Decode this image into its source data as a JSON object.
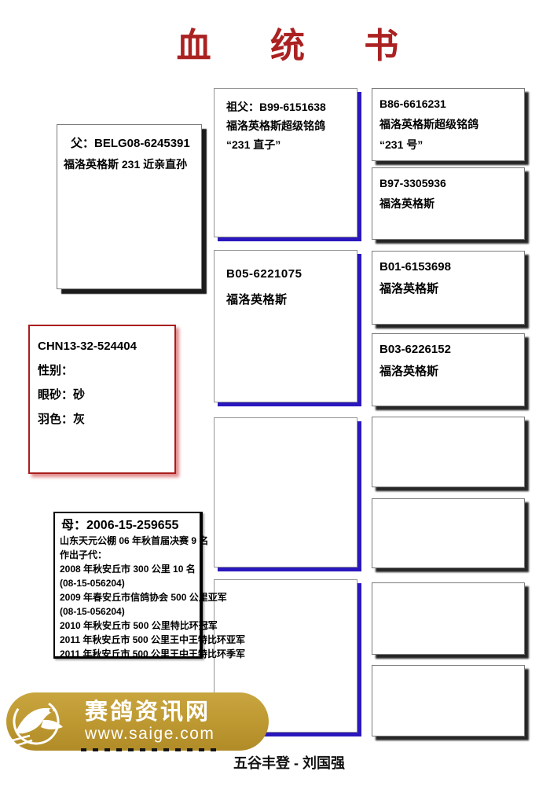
{
  "title": "血 统 书",
  "father": {
    "line1": "父：BELG08-6245391",
    "line2": "福洛英格斯 231 近亲直孙"
  },
  "subject": {
    "ring": "CHN13-32-524404",
    "sex": "性别：",
    "eye": "眼砂：砂",
    "feather": "羽色：灰"
  },
  "mother": {
    "line1": "母：2006-15-259655",
    "achievements": [
      "山东天元公棚 06 年秋首届决赛 9 名",
      "作出子代：",
      "2008 年秋安丘市 300 公里 10 名",
      "(08-15-056204)",
      "2009 年春安丘市信鸽协会 500 公里亚军",
      "(08-15-056204)",
      "2010 年秋安丘市 500 公里特比环冠军",
      "2011 年秋安丘市 500 公里王中王特比环亚军",
      "2011 年秋安丘市 500 公里王中王特比环季军"
    ]
  },
  "grandparents": [
    {
      "line1": "祖父：B99-6151638",
      "line2": "福洛英格斯超级铭鸽",
      "line3": "“231 直子”"
    },
    {
      "line1": "B05-6221075",
      "line2": "福洛英格斯"
    },
    {},
    {}
  ],
  "great_grandparents": [
    {
      "line1": "B86-6616231",
      "line2": "福洛英格斯超级铭鸽",
      "line3": "“231 号”"
    },
    {
      "line1": "B97-3305936",
      "line2": "福洛英格斯"
    },
    {
      "line1": "B01-6153698",
      "line2": "福洛英格斯"
    },
    {
      "line1": "B03-6226152",
      "line2": "福洛英格斯"
    },
    {},
    {},
    {},
    {}
  ],
  "watermark": {
    "site_name": "赛鸽资讯网",
    "site_url": "www.saige.com"
  },
  "footer": {
    "text": "五谷丰登 - 刘国强"
  },
  "colors": {
    "title_red": "#ab2121",
    "subject_border_red": "#a81e1e",
    "grandparent_shadow_blue": "#2a17bd",
    "box_shadow_black": "#080808",
    "watermark_gold": "#bd9831"
  }
}
